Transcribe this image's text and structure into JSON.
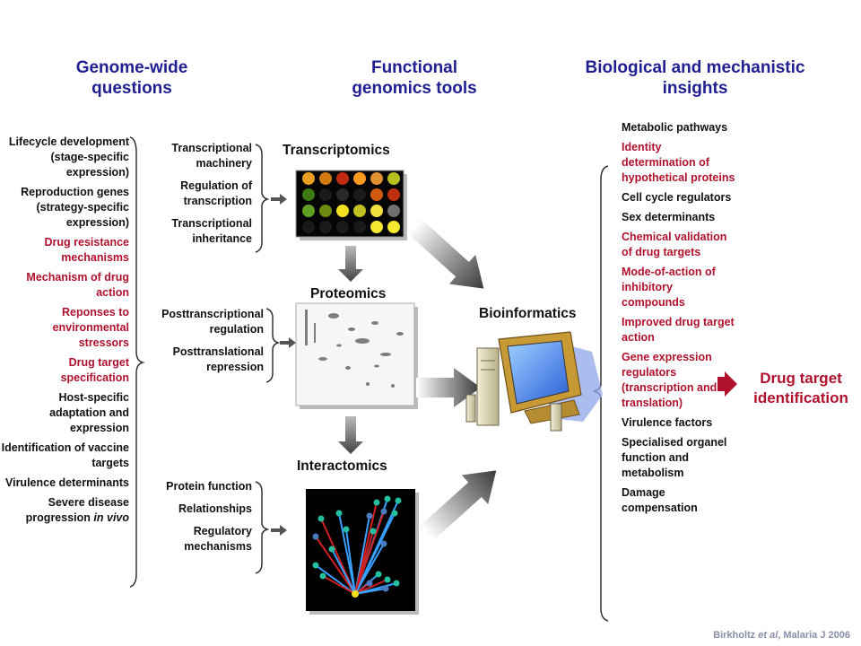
{
  "headers": {
    "col1": "Genome-wide questions",
    "col2": "Functional genomics tools",
    "col3": "Biological and mechanistic insights"
  },
  "left_list": [
    {
      "text": "Lifecycle development (stage-specific expression)",
      "color": "#111111"
    },
    {
      "text": "Reproduction genes (strategy-specific expression)",
      "color": "#111111"
    },
    {
      "text": "Drug resistance mechanisms",
      "color": "#b0122e"
    },
    {
      "text": "Mechanism of drug action",
      "color": "#b0122e"
    },
    {
      "text": "Reponses to environmental stressors",
      "color": "#b0122e"
    },
    {
      "text": "Drug target specification",
      "color": "#b0122e"
    },
    {
      "text": "Host-specific adaptation and expression",
      "color": "#111111"
    },
    {
      "text": "Identification of vaccine targets",
      "color": "#111111"
    },
    {
      "text": "Virulence determinants",
      "color": "#111111"
    },
    {
      "text": "Severe disease progression",
      "color": "#111111",
      "italic_suffix": "in vivo"
    }
  ],
  "tools": {
    "transcriptomics": {
      "label": "Transcriptomics",
      "items": [
        "Transcriptional machinery",
        "Regulation of transcription",
        "Transcriptional inheritance"
      ]
    },
    "proteomics": {
      "label": "Proteomics",
      "items": [
        "Posttranscriptional regulation",
        "Posttranslational repression"
      ]
    },
    "interactomics": {
      "label": "Interactomics",
      "items": [
        "Protein function",
        "Relationships",
        "Regulatory mechanisms"
      ]
    }
  },
  "bioinformatics": "Bioinformatics",
  "right_list": [
    {
      "text": "Metabolic pathways",
      "color": "#111111"
    },
    {
      "text": "Identity determination of hypothetical proteins",
      "color": "#b0122e"
    },
    {
      "text": "Cell cycle regulators",
      "color": "#111111"
    },
    {
      "text": "Sex determinants",
      "color": "#111111"
    },
    {
      "text": "Chemical validation of drug targets",
      "color": "#b0122e"
    },
    {
      "text": "Mode-of-action of inhibitory compounds",
      "color": "#b0122e"
    },
    {
      "text": "Improved drug target action",
      "color": "#b0122e"
    },
    {
      "text": "Gene expression regulators (transcription and translation)",
      "color": "#b0122e"
    },
    {
      "text": "Virulence factors",
      "color": "#111111"
    },
    {
      "text": "Specialised organel function and metabolism",
      "color": "#111111"
    },
    {
      "text": "Damage compensation",
      "color": "#111111"
    }
  ],
  "drug_target": "Drug target identification",
  "citation": {
    "author": "Birkholtz",
    "etal": "et al",
    "rest": ", Malaria J 2006"
  },
  "colors": {
    "header": "#1f1f8f",
    "red": "#b0122e",
    "black": "#111111"
  }
}
